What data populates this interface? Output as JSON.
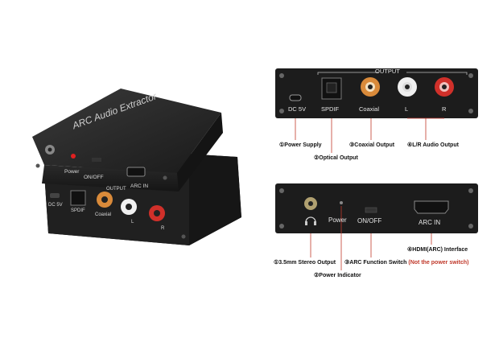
{
  "photo": {
    "top_title": "ARC Audio Extractor",
    "power": "Power",
    "onoff": "ON/OFF",
    "arcin": "ARC IN",
    "dc5v": "DC 5V",
    "spdif": "SPDIF",
    "output": "OUTPUT",
    "coaxial": "Coaxial",
    "l": "L",
    "r": "R"
  },
  "back_panel": {
    "output": "OUTPUT",
    "dc5v": "DC 5V",
    "spdif": "SPDIF",
    "coaxial": "Coaxial",
    "l": "L",
    "r": "R"
  },
  "front_panel": {
    "power": "Power",
    "onoff": "ON/OFF",
    "arcin": "ARC IN"
  },
  "callouts": {
    "power_supply": "①Power Supply",
    "optical_output": "②Optical Output",
    "coaxial_output": "③Coaxial Output",
    "lr_audio_output": "④L/R Audio Output",
    "stereo_output": "①3.5mm Stereo Output",
    "power_indicator": "②Power Indicator",
    "arc_switch": "③ARC Function Switch",
    "arc_switch_note": "(Not the power switch)",
    "hdmi_interface": "④HDMI(ARC) Interface"
  },
  "colors": {
    "device_body": "#1f1f1f",
    "coaxial_ring": "#d98a3a",
    "left_ring": "#f0f0f0",
    "right_ring": "#d0302a",
    "power_led": "#e02020",
    "callout_line": "#c0392b"
  }
}
